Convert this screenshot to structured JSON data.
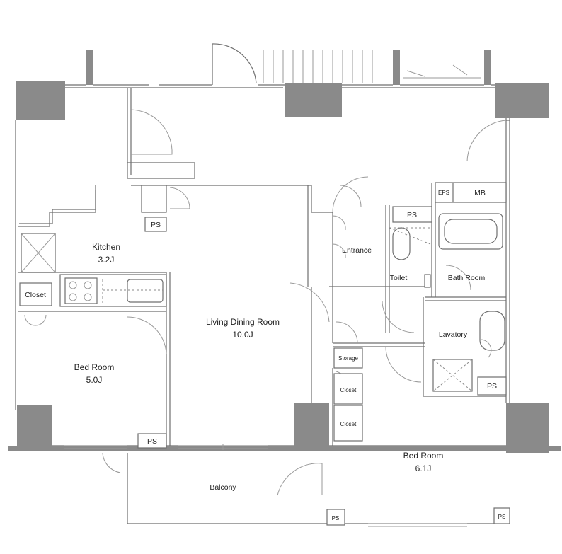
{
  "rooms": {
    "kitchen": {
      "name": "Kitchen",
      "size": "3.2J"
    },
    "living": {
      "name": "Living Dining Room",
      "size": "10.0J"
    },
    "bedroom_left": {
      "name": "Bed Room",
      "size": "5.0J"
    },
    "bedroom_right": {
      "name": "Bed Room",
      "size": "6.1J"
    },
    "entrance": "Entrance",
    "toilet": "Toilet",
    "bathroom": "Bath Room",
    "lavatory": "Lavatory",
    "closet_left": "Closet",
    "closet_a": "Closet",
    "closet_b": "Closet",
    "storage": "Storage",
    "balcony": "Balcony"
  },
  "fixtures": {
    "ps": "PS",
    "eps": "EPS",
    "mb": "MB"
  },
  "colors": {
    "wall": "#8a8a8a",
    "line": "#6f6f6f"
  }
}
